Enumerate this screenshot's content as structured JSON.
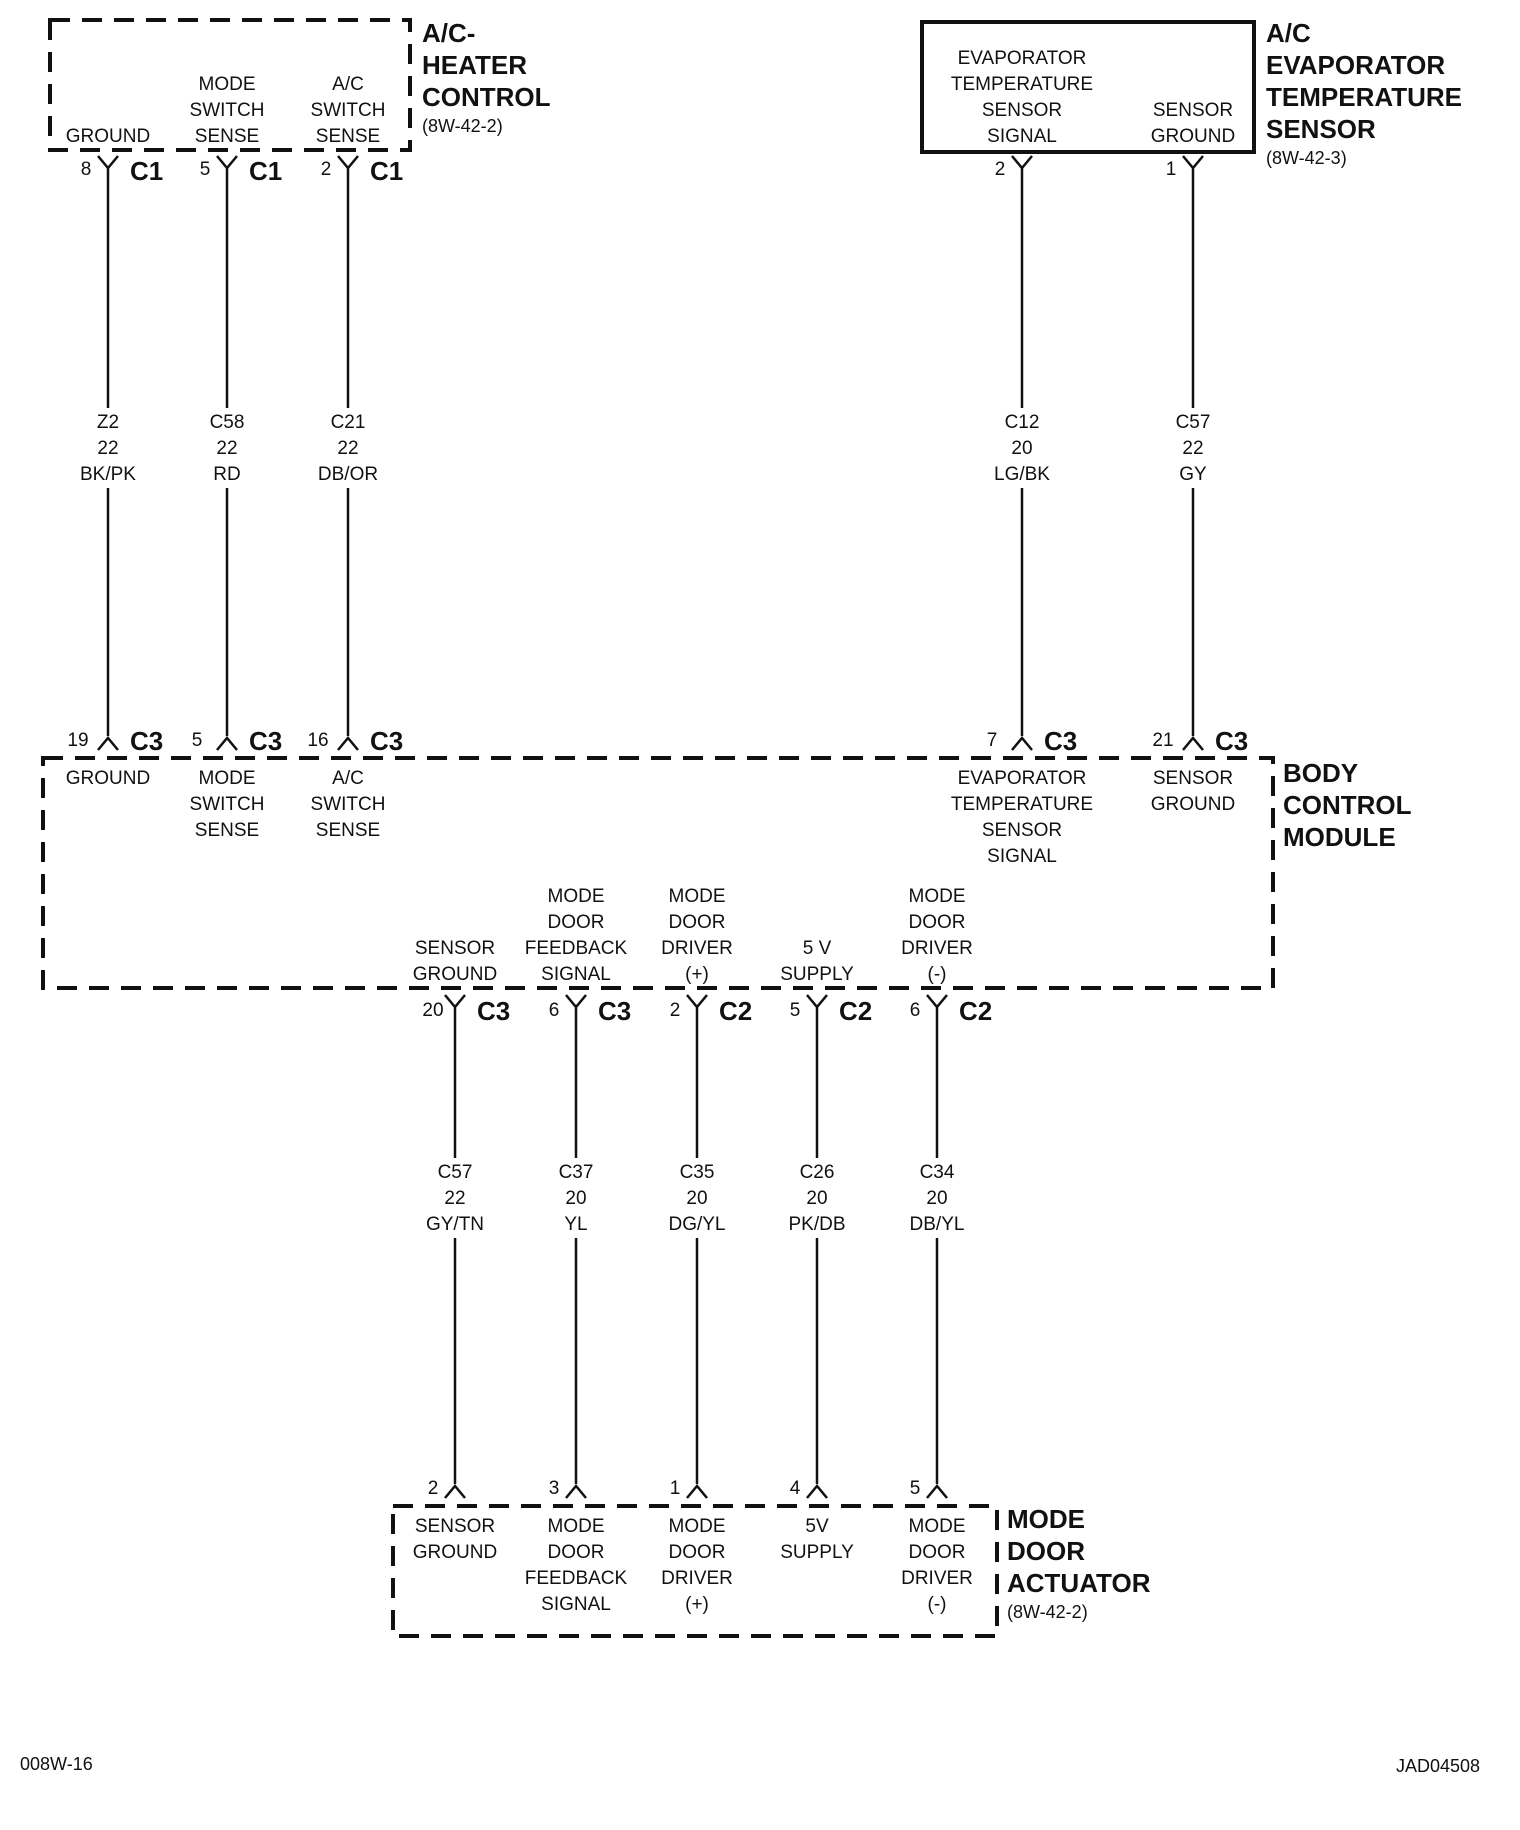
{
  "components": {
    "ac_heater_control": {
      "title": [
        "A/C-",
        "HEATER",
        "CONTROL"
      ],
      "ref": "(8W-42-2)"
    },
    "evap_sensor": {
      "title": [
        "A/C",
        "EVAPORATOR",
        "TEMPERATURE",
        "SENSOR"
      ],
      "ref": "(8W-42-3)",
      "pin_labels": [
        [
          "EVAPORATOR",
          "TEMPERATURE",
          "SENSOR",
          "SIGNAL"
        ],
        [
          "SENSOR",
          "GROUND"
        ]
      ]
    },
    "bcm": {
      "title": [
        "BODY",
        "CONTROL",
        "MODULE"
      ],
      "top_labels": [
        [
          "GROUND"
        ],
        [
          "MODE",
          "SWITCH",
          "SENSE"
        ],
        [
          "A/C",
          "SWITCH",
          "SENSE"
        ],
        [
          "EVAPORATOR",
          "TEMPERATURE",
          "SENSOR",
          "SIGNAL"
        ],
        [
          "SENSOR",
          "GROUND"
        ]
      ],
      "bottom_labels": [
        [
          "SENSOR",
          "GROUND"
        ],
        [
          "MODE",
          "DOOR",
          "FEEDBACK",
          "SIGNAL"
        ],
        [
          "MODE",
          "DOOR",
          "DRIVER",
          "(+)"
        ],
        [
          "5 V",
          "SUPPLY"
        ],
        [
          "MODE",
          "DOOR",
          "DRIVER",
          "(-)"
        ]
      ]
    },
    "mode_door_actuator": {
      "title": [
        "MODE",
        "DOOR",
        "ACTUATOR"
      ],
      "ref": "(8W-42-2)",
      "pin_labels": [
        [
          "SENSOR",
          "GROUND"
        ],
        [
          "MODE",
          "DOOR",
          "FEEDBACK",
          "SIGNAL"
        ],
        [
          "MODE",
          "DOOR",
          "DRIVER",
          "(+)"
        ],
        [
          "5V",
          "SUPPLY"
        ],
        [
          "MODE",
          "DOOR",
          "DRIVER",
          "(-)"
        ]
      ]
    }
  },
  "ac_heater_labels": [
    [
      "GROUND"
    ],
    [
      "MODE",
      "SWITCH",
      "SENSE"
    ],
    [
      "A/C",
      "SWITCH",
      "SENSE"
    ]
  ],
  "top_wires": [
    {
      "top_pin": "8",
      "top_conn": "C1",
      "circuit": "Z2",
      "gauge": "22",
      "color": "BK/PK",
      "bottom_pin": "19",
      "bottom_conn": "C3"
    },
    {
      "top_pin": "5",
      "top_conn": "C1",
      "circuit": "C58",
      "gauge": "22",
      "color": "RD",
      "bottom_pin": "5",
      "bottom_conn": "C3"
    },
    {
      "top_pin": "2",
      "top_conn": "C1",
      "circuit": "C21",
      "gauge": "22",
      "color": "DB/OR",
      "bottom_pin": "16",
      "bottom_conn": "C3"
    },
    {
      "top_pin": "2",
      "top_conn": "",
      "circuit": "C12",
      "gauge": "20",
      "color": "LG/BK",
      "bottom_pin": "7",
      "bottom_conn": "C3"
    },
    {
      "top_pin": "1",
      "top_conn": "",
      "circuit": "C57",
      "gauge": "22",
      "color": "GY",
      "bottom_pin": "21",
      "bottom_conn": "C3"
    }
  ],
  "bottom_wires": [
    {
      "top_pin": "20",
      "top_conn": "C3",
      "circuit": "C57",
      "gauge": "22",
      "color": "GY/TN",
      "bottom_pin": "2"
    },
    {
      "top_pin": "6",
      "top_conn": "C3",
      "circuit": "C37",
      "gauge": "20",
      "color": "YL",
      "bottom_pin": "3"
    },
    {
      "top_pin": "2",
      "top_conn": "C2",
      "circuit": "C35",
      "gauge": "20",
      "color": "DG/YL",
      "bottom_pin": "1"
    },
    {
      "top_pin": "5",
      "top_conn": "C2",
      "circuit": "C26",
      "gauge": "20",
      "color": "PK/DB",
      "bottom_pin": "4"
    },
    {
      "top_pin": "6",
      "top_conn": "C2",
      "circuit": "C34",
      "gauge": "20",
      "color": "DB/YL",
      "bottom_pin": "5"
    }
  ],
  "footer": {
    "left": "008W-16",
    "right": "JAD04508"
  }
}
